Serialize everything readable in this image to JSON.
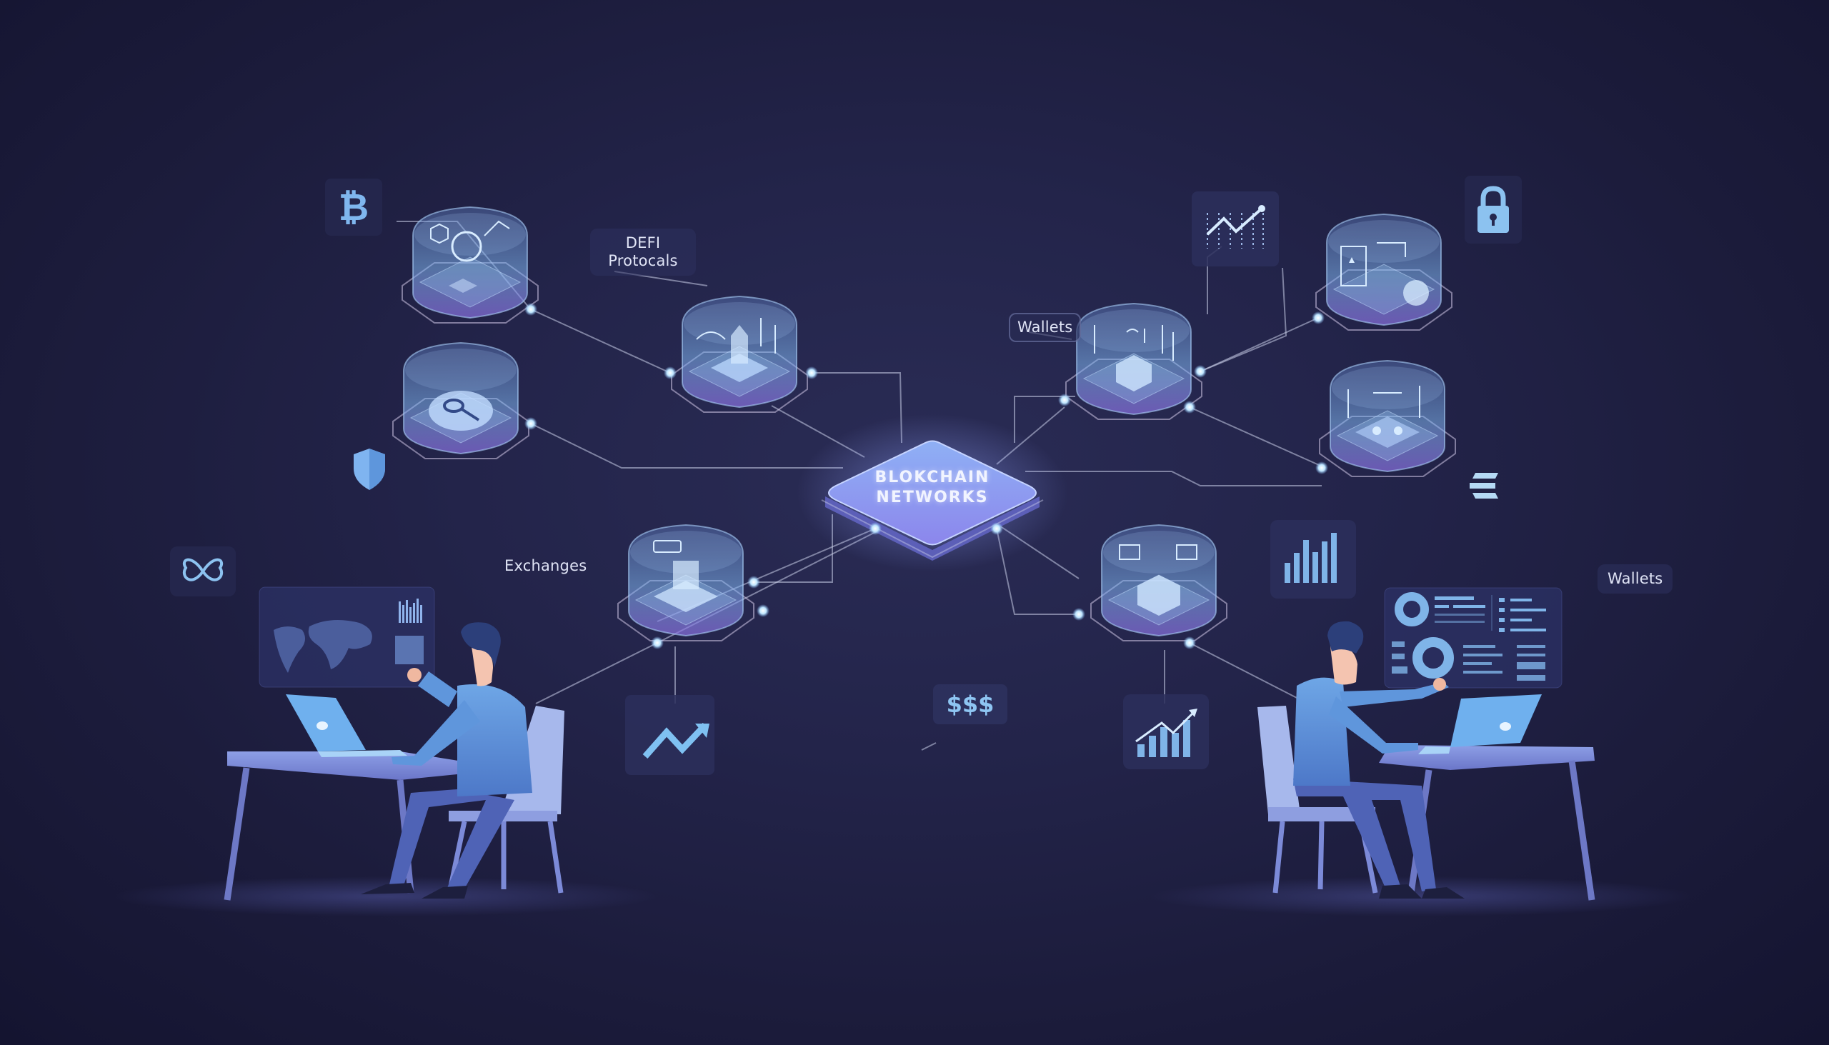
{
  "scene": {
    "title": "Blockchain network illustration",
    "background_colors": [
      "#2a2c55",
      "#1b1b3a",
      "#141430"
    ],
    "accent_color": "#8ec5f2",
    "line_color": "#c9cde8",
    "node_glow": "#7fb4f0"
  },
  "hub": {
    "line1": "BLOKCHAIN",
    "line2": "NETWORKS",
    "color": "#8fa2f0"
  },
  "labels": {
    "defi": "DEFI Protocals",
    "defi_line1": "DEFI",
    "defi_line2": "Protocals",
    "wallets_top": "Wallets",
    "exchanges": "Exchanges",
    "wallets_right": "Wallets",
    "money": "$$$"
  },
  "icons": [
    {
      "name": "bitcoin-icon",
      "glyph": "₿"
    },
    {
      "name": "shield-icon"
    },
    {
      "name": "butterfly-logo-icon"
    },
    {
      "name": "trend-arrow-icon"
    },
    {
      "name": "line-chart-icon"
    },
    {
      "name": "padlock-icon"
    },
    {
      "name": "ethena-lines-icon"
    },
    {
      "name": "bar-chart-icon"
    },
    {
      "name": "growth-bar-chart-icon"
    },
    {
      "name": "dollar-signs-icon"
    }
  ],
  "nodes": [
    {
      "id": "node-top-left",
      "content": "coin-circuit"
    },
    {
      "id": "node-mid-left",
      "content": "search-magnifier"
    },
    {
      "id": "node-defi",
      "content": "building-platform"
    },
    {
      "id": "node-exchanges",
      "content": "stacked-block"
    },
    {
      "id": "node-wallets",
      "content": "cube-block"
    },
    {
      "id": "node-top-right",
      "content": "cards-coin"
    },
    {
      "id": "node-mid-right",
      "content": "circuit-board"
    },
    {
      "id": "node-bottom-right",
      "content": "cube-platform"
    }
  ],
  "people": [
    {
      "id": "left-analyst",
      "screen": "world-map-dashboard"
    },
    {
      "id": "right-analyst",
      "screen": "donut-chart-dashboard"
    }
  ]
}
